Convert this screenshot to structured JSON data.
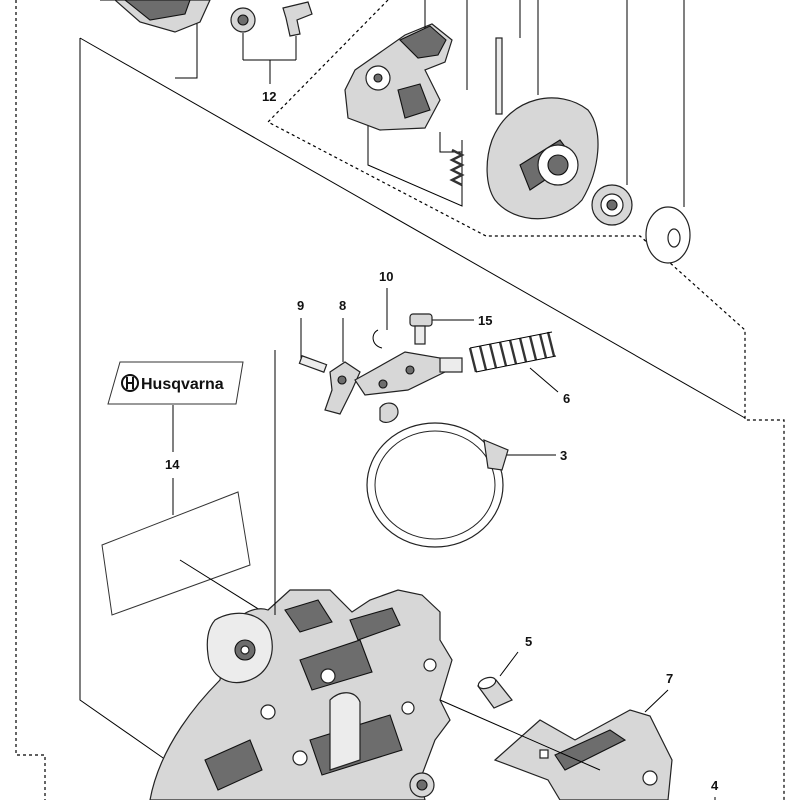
{
  "brand": {
    "logo_text": "Husqvarna"
  },
  "callouts": {
    "n3": "3",
    "n4": "4",
    "n5": "5",
    "n6": "6",
    "n7": "7",
    "n8": "8",
    "n9": "9",
    "n10": "10",
    "n12": "12",
    "n14": "14",
    "n15": "15"
  }
}
